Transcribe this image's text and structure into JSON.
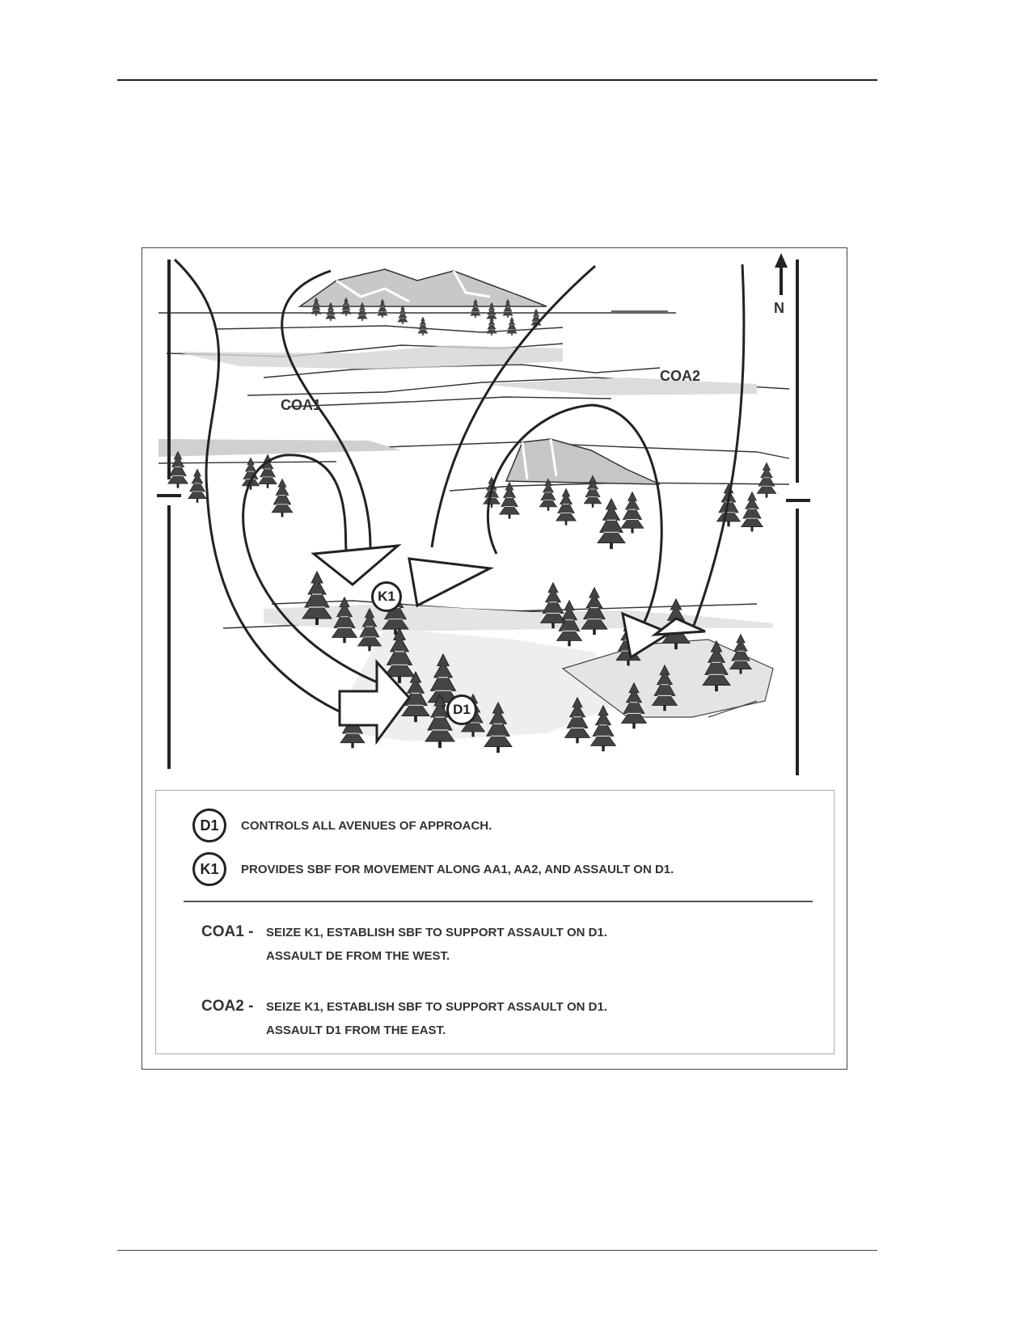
{
  "map": {
    "north_label": "N",
    "coa1_label": "COA1",
    "coa2_label": "COA2",
    "k1_label": "K1",
    "d1_label": "D1"
  },
  "legend": {
    "d1": {
      "symbol": "D1",
      "text": "CONTROLS ALL AVENUES OF APPROACH."
    },
    "k1": {
      "symbol": "K1",
      "text": "PROVIDES SBF FOR MOVEMENT ALONG AA1, AA2, AND ASSAULT ON D1."
    },
    "coa1": {
      "name": "COA1 -",
      "line1": "SEIZE K1, ESTABLISH SBF TO SUPPORT ASSAULT ON D1.",
      "line2": "ASSAULT DE FROM THE WEST."
    },
    "coa2": {
      "name": "COA2 -",
      "line1": "SEIZE K1, ESTABLISH SBF TO SUPPORT ASSAULT ON D1.",
      "line2": "ASSAULT D1 FROM THE EAST."
    }
  }
}
